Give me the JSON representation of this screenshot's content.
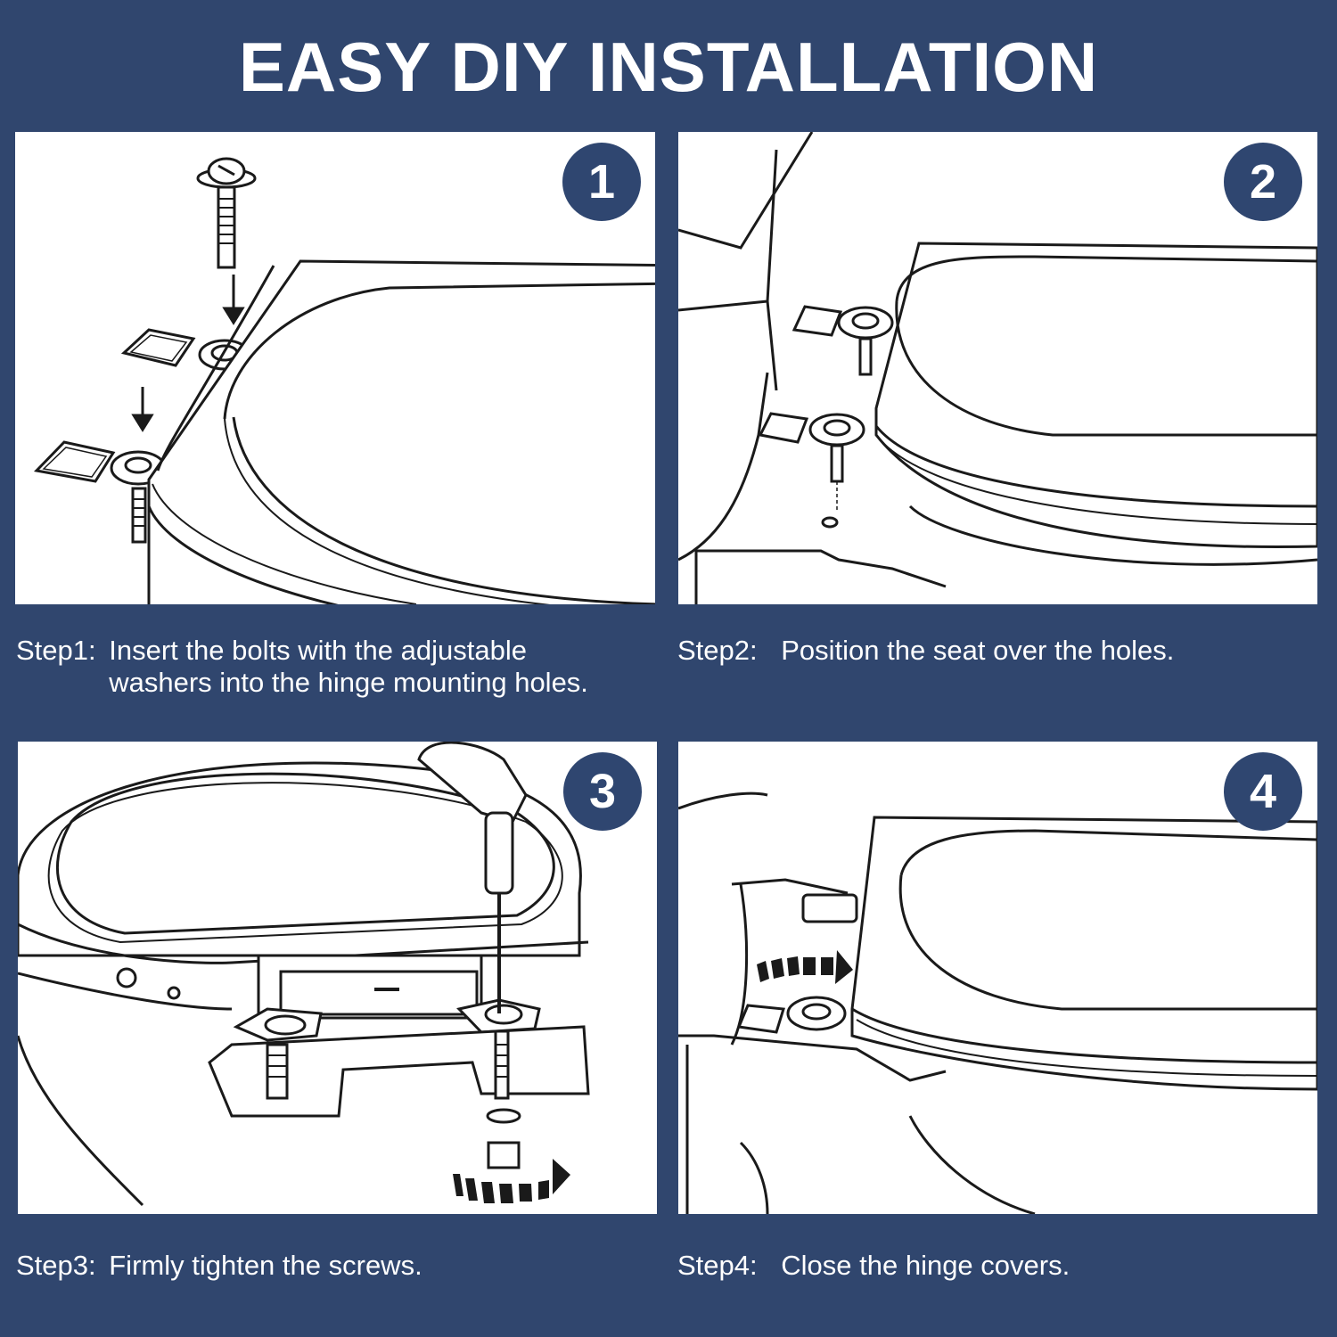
{
  "header": {
    "title": "EASY DIY INSTALLATION"
  },
  "steps": [
    {
      "number": "1",
      "label": "Step1:",
      "text_line1": "Insert the bolts with the adjustable",
      "text_line2": "washers into the hinge mounting holes."
    },
    {
      "number": "2",
      "label": "Step2:",
      "text_line1": "Position the seat over the holes.",
      "text_line2": ""
    },
    {
      "number": "3",
      "label": "Step3:",
      "text_line1": "Firmly tighten the screws.",
      "text_line2": ""
    },
    {
      "number": "4",
      "label": "Step4:",
      "text_line1": "Close the hinge covers.",
      "text_line2": ""
    }
  ],
  "colors": {
    "background": "#30466e",
    "badge": "#2f4670",
    "panel": "#ffffff",
    "line": "#1a1a1a"
  }
}
